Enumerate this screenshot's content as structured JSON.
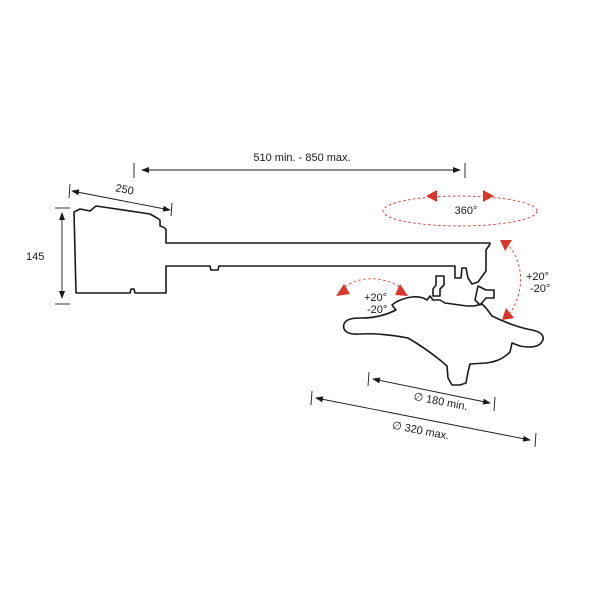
{
  "dimensions": {
    "arm_length": "510 min. - 850 max.",
    "bracket_depth": "250",
    "bracket_height": "145",
    "diameter_min": "∅ 180 min.",
    "diameter_max": "∅ 320 max."
  },
  "rotations": {
    "swivel": "360°",
    "tilt_vertical_up": "+20°",
    "tilt_vertical_down": "-20°",
    "tilt_side_up": "+20°",
    "tilt_side_down": "-20°"
  },
  "colors": {
    "line": "#1a1a1a",
    "rotation_indicator": "#d9362b"
  }
}
